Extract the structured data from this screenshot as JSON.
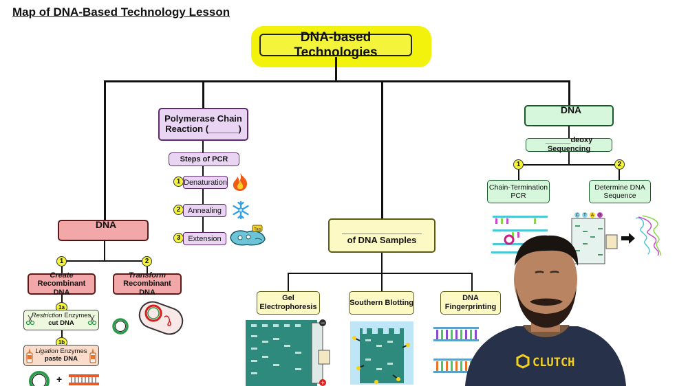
{
  "lesson_title": "Map of DNA-Based Technology Lesson",
  "root": "DNA-based Technologies",
  "pcr": {
    "title_line1": "Polymerase Chain",
    "title_line2": "Reaction (______)",
    "steps_label": "Steps of PCR",
    "steps": [
      {
        "num": "1",
        "label": "Denaturation",
        "icon": "fire-icon"
      },
      {
        "num": "2",
        "label": "Annealing",
        "icon": "snowflake-icon"
      },
      {
        "num": "3",
        "label": "Extension",
        "icon": "taq-polymerase-icon"
      }
    ],
    "taq_label": "Taq"
  },
  "dna_cloning": {
    "title": "DNA ______________",
    "branches": [
      {
        "num": "1",
        "line1": "Create",
        "line2": "Recombinant DNA"
      },
      {
        "num": "2",
        "line1": "Transform",
        "line2": "Recombinant DNA"
      }
    ],
    "sub_steps": [
      {
        "num": "1a",
        "line1_em": "Restriction",
        "line1_rest": " Enzymes",
        "line2": "cut DNA",
        "icon": "scissors-icon"
      },
      {
        "num": "1b",
        "line1_em": "Ligation",
        "line1_rest": " Enzymes",
        "line2": "paste DNA",
        "icon": "glue-bottle-icon"
      }
    ],
    "plus": "+"
  },
  "dna_samples": {
    "title_blank": "________________",
    "title": "of DNA Samples",
    "children": [
      {
        "line1": "Gel",
        "line2": "Electrophoresis"
      },
      {
        "line1": "Southern Blotting",
        "line2": ""
      },
      {
        "line1": "DNA",
        "line2": "Fingerprinting"
      }
    ],
    "gel_symbols": {
      "minus": "−",
      "plus": "+"
    }
  },
  "dna_sequencing": {
    "title": "DNA ______________",
    "sub": "______deoxy Sequencing",
    "branches": [
      {
        "num": "1",
        "line1": "Chain-Termination",
        "line2": "PCR"
      },
      {
        "num": "2",
        "line1": "Determine DNA",
        "line2": "Sequence"
      }
    ],
    "lane_letters": [
      "C",
      "T",
      "A",
      "G"
    ]
  },
  "presenter": {
    "shirt_text": "CLUTCH"
  },
  "colors": {
    "highlight": "#f2f20c",
    "root_fill": "#f4f53a",
    "pcr_fill": "#ead4f4",
    "cloning_fill": "#f2a7a9",
    "samples_fill": "#fdf9c4",
    "sequencing_fill": "#d7f7dd",
    "gel_fill": "#2e8a7d"
  }
}
